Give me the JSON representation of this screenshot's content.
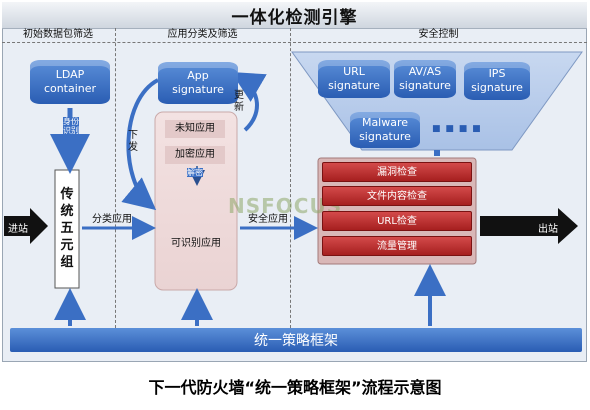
{
  "title": "一体化检测引擎",
  "sections": {
    "initial": "初始数据包筛选",
    "app_class": "应用分类及筛选",
    "security": "安全控制"
  },
  "ldap": {
    "line1": "LDAP",
    "line2": "container",
    "tag": "身份识别"
  },
  "five_tuple": "传统五元组",
  "app_sig": {
    "line1": "App",
    "line2": "signature"
  },
  "update": "更新",
  "issue": "下发",
  "app_unknown": "未知应用",
  "app_encrypted": "加密应用",
  "decrypt": "解密",
  "app_identifiable": "可识别应用",
  "logo": "NSFOCUS",
  "signatures": [
    {
      "line1": "URL",
      "line2": "signature"
    },
    {
      "line1": "AV/AS",
      "line2": "signature"
    },
    {
      "line1": "IPS",
      "line2": "signature"
    },
    {
      "line1": "Malware",
      "line2": "signature"
    }
  ],
  "dots": "■ ■ ■ ■",
  "checks": [
    "漏洞检查",
    "文件内容检查",
    "URL检查",
    "流量管理"
  ],
  "inbound": "进站",
  "classify": "分类应用",
  "secure_app": "安全应用",
  "outbound": "出站",
  "policy_bar": "统一策略框架",
  "caption": "下一代防火墙“统一策略框架”流程示意图"
}
